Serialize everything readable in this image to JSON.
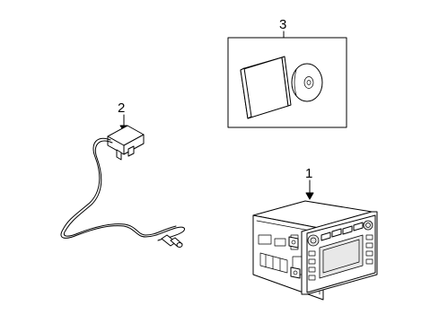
{
  "callouts": {
    "radio": "1",
    "antenna": "2",
    "media_kit": "3"
  }
}
